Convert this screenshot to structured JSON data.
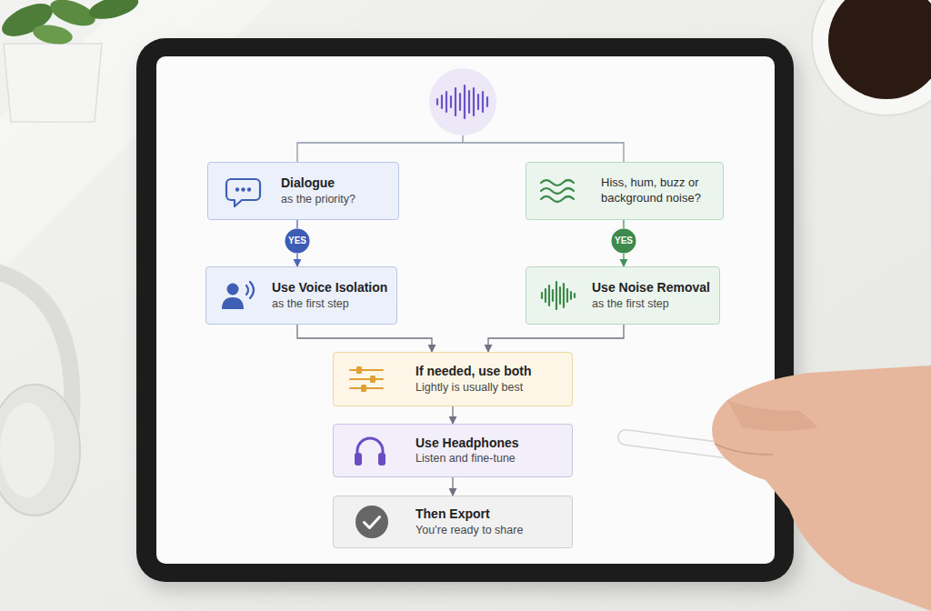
{
  "diagram": {
    "nodes": [
      {
        "text": [
          "Dialogue",
          "as the priority?"
        ]
      },
      {
        "text": [
          "Hiss, hum, buzz or background noise?"
        ]
      },
      {
        "text": [
          "YES"
        ]
      },
      {
        "text": [
          "YES"
        ]
      },
      {
        "text": [
          "Use Voice Isolation",
          "as the first step"
        ]
      },
      {
        "text": [
          "Use Noise Removal",
          "as the first step"
        ]
      },
      {
        "text": [
          "If needed, use both",
          "Lightly is usually best"
        ]
      },
      {
        "text": [
          "Use Headphones",
          "Listen and fine-tune"
        ]
      },
      {
        "text": [
          "Then Export",
          "You’re ready to share"
        ]
      }
    ],
    "edges": [
      {
        "from": 0,
        "to": 2,
        "arrow": "none"
      },
      {
        "from": 2,
        "to": 4,
        "arrow": "to"
      },
      {
        "from": 1,
        "to": 3,
        "arrow": "none"
      },
      {
        "from": 3,
        "to": 5,
        "arrow": "to"
      },
      {
        "from": 4,
        "to": 6,
        "arrow": "to"
      },
      {
        "from": 5,
        "to": 6,
        "arrow": "to"
      },
      {
        "from": 6,
        "to": 7,
        "arrow": "to"
      },
      {
        "from": 7,
        "to": 8,
        "arrow": "to"
      }
    ]
  }
}
